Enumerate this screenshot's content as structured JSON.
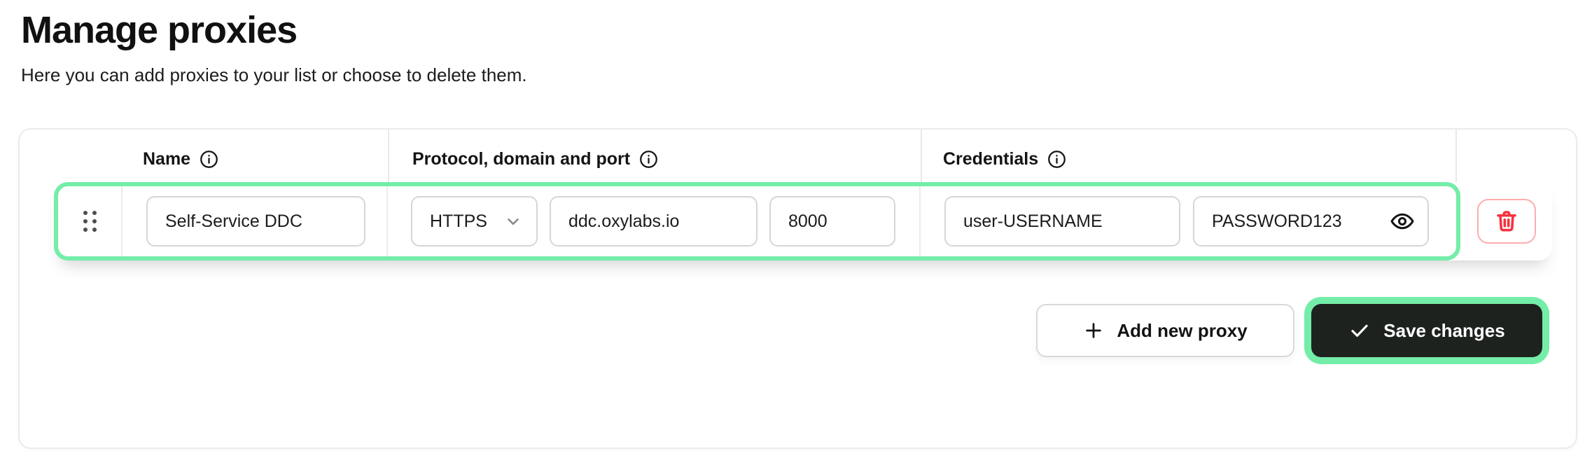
{
  "page": {
    "title": "Manage proxies",
    "subtitle": "Here you can add proxies to your list or choose to delete them."
  },
  "table": {
    "columns": [
      {
        "label": "Name",
        "icon": "info-circle-icon"
      },
      {
        "label": "Protocol, domain and port",
        "icon": "info-circle-icon"
      },
      {
        "label": "Credentials",
        "icon": "info-circle-icon"
      }
    ],
    "row": {
      "name": "Self-Service DDC",
      "protocol": "HTTPS",
      "domain": "ddc.oxylabs.io",
      "port": "8000",
      "username": "user-USERNAME",
      "password": "PASSWORD123",
      "highlighted": true
    }
  },
  "actions": {
    "add_label": "Add new proxy",
    "save_label": "Save changes"
  },
  "icons": {
    "drag": "drag-handle-dots-icon",
    "select_chevron": "chevron-down-icon",
    "password_toggle": "eye-icon",
    "delete": "trash-icon",
    "add": "plus-icon",
    "save": "check-icon",
    "header_info": "info-circle-icon"
  },
  "colors": {
    "highlight_green": "#74eda9",
    "save_button_bg": "#1e221f",
    "danger_red": "#f5333f",
    "danger_border": "#ffadad",
    "divider": "#e9e9e9",
    "input_border": "#d6d6d6",
    "text": "#1a1a1a"
  }
}
